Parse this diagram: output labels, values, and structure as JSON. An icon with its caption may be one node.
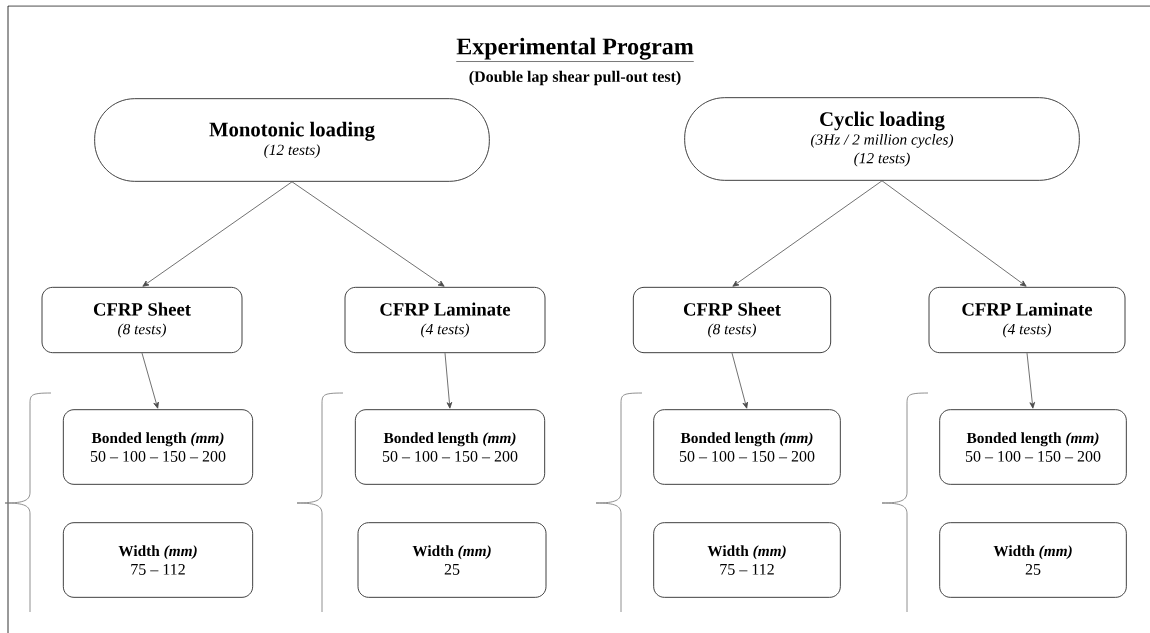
{
  "diagram": {
    "title": "Experimental Program",
    "nodes": [
      {
        "text": [
          "Monotonic loading",
          "(12 tests)"
        ]
      },
      {
        "text": [
          "Cyclic loading",
          "(3Hz / 2 million cycles)",
          "(12 tests)"
        ]
      },
      {
        "text": [
          "CFRP Sheet",
          "(8 tests)"
        ]
      },
      {
        "text": [
          "CFRP Laminate",
          "(4 tests)"
        ]
      },
      {
        "text": [
          "CFRP Sheet",
          "(8 tests)"
        ]
      },
      {
        "text": [
          "CFRP Laminate",
          "(4 tests)"
        ]
      },
      {
        "text": [
          "Bonded length *(mm)*",
          "50 – 100 – 150 – 200"
        ]
      },
      {
        "text": [
          "Width *(mm)*",
          "75 – 112"
        ]
      },
      {
        "text": [
          "Bonded length *(mm)*",
          "50 – 100 – 150 – 200"
        ]
      },
      {
        "text": [
          "Width *(mm)*",
          "25"
        ]
      },
      {
        "text": [
          "Bonded length *(mm)*",
          "50 – 100 – 150 – 200"
        ]
      },
      {
        "text": [
          "Width *(mm)*",
          "75 – 112"
        ]
      },
      {
        "text": [
          "Bonded length *(mm)*",
          "50 – 100 – 150 – 200"
        ]
      },
      {
        "text": [
          "Width *(mm)*",
          "25"
        ]
      }
    ],
    "edges": [
      {
        "from": 0,
        "to": 2,
        "arrow": "to"
      },
      {
        "from": 0,
        "to": 3,
        "arrow": "to"
      },
      {
        "from": 1,
        "to": 4,
        "arrow": "to"
      },
      {
        "from": 1,
        "to": 5,
        "arrow": "to"
      },
      {
        "from": 2,
        "to": 6,
        "arrow": "to"
      },
      {
        "from": 3,
        "to": 8,
        "arrow": "to"
      },
      {
        "from": 4,
        "to": 10,
        "arrow": "to"
      },
      {
        "from": 5,
        "to": 12,
        "arrow": "to"
      }
    ],
    "labels": [
      "(Double lap shear pull-out test)"
    ]
  }
}
